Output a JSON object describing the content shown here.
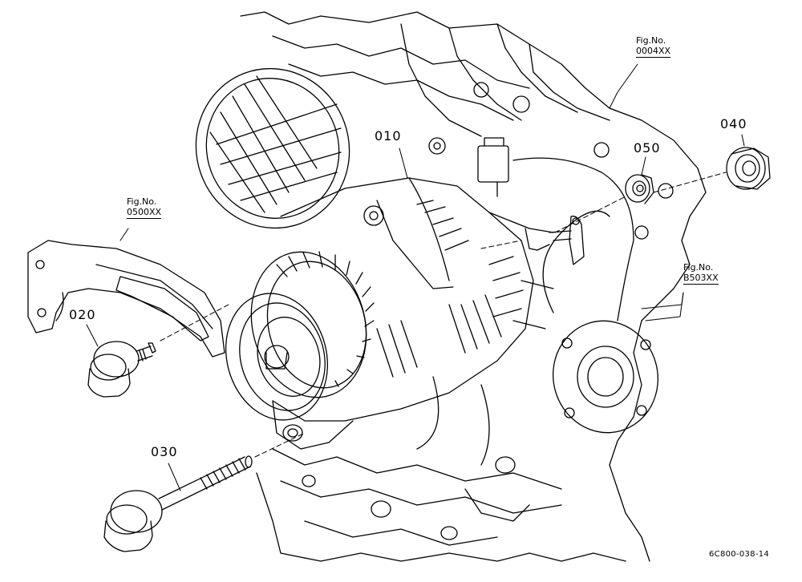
{
  "parts": [
    {
      "id": "010"
    },
    {
      "id": "020"
    },
    {
      "id": "030"
    },
    {
      "id": "040"
    },
    {
      "id": "050"
    }
  ],
  "fig_refs": [
    {
      "label": "Fig.No.",
      "number": "0004XX"
    },
    {
      "label": "Fig.No.",
      "number": "0500XX"
    },
    {
      "label": "Fig.No.",
      "number": "B503XX"
    }
  ],
  "drawing_code": "6C800-038-14",
  "colors": {
    "line": "#000000",
    "background": "#ffffff"
  }
}
